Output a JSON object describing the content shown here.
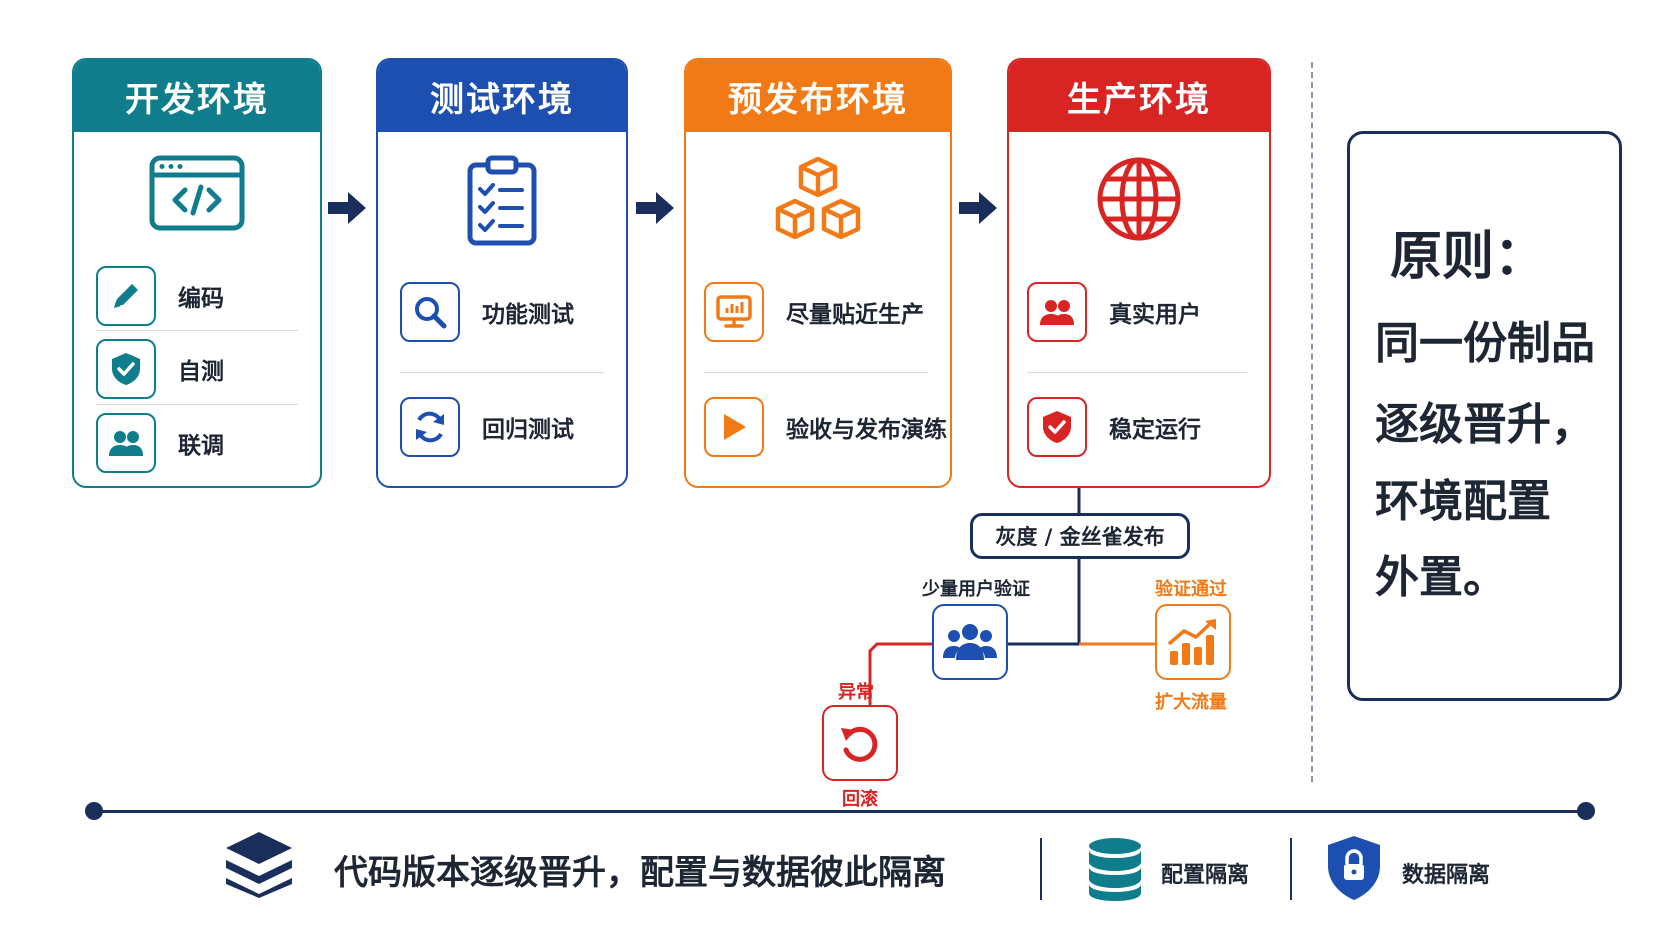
{
  "environments": [
    {
      "title": "开发环境",
      "color": "#0f7d8c",
      "items": [
        "编码",
        "自测",
        "联调"
      ],
      "icon": "code-window-icon"
    },
    {
      "title": "测试环境",
      "color": "#1d4fb0",
      "items": [
        "功能测试",
        "回归测试"
      ],
      "icon": "clipboard-checklist-icon"
    },
    {
      "title": "预发布环境",
      "color": "#f27a16",
      "items": [
        "尽量贴近生产",
        "验收与发布演练"
      ],
      "icon": "cubes-icon"
    },
    {
      "title": "生产环境",
      "color": "#d92424",
      "items": [
        "真实用户",
        "稳定运行"
      ],
      "icon": "globe-icon"
    }
  ],
  "principle": {
    "title": "原则：",
    "lines": [
      "同一份制品",
      "逐级晋升，",
      "环境配置",
      "外置。"
    ]
  },
  "canary": {
    "label": "灰度 / 金丝雀发布",
    "few_users": "少量用户验证",
    "verified": "验证通过",
    "expand": "扩大流量",
    "abnormal": "异常",
    "rollback": "回滚"
  },
  "bottom": {
    "main": "代码版本逐级晋升，配置与数据彼此隔离",
    "config": "配置隔离",
    "data": "数据隔离"
  },
  "colors": {
    "navy": "#1a2e5c",
    "teal": "#0f7d8c",
    "blue": "#1d4fb0",
    "orange": "#f27a16",
    "red": "#d92424"
  }
}
